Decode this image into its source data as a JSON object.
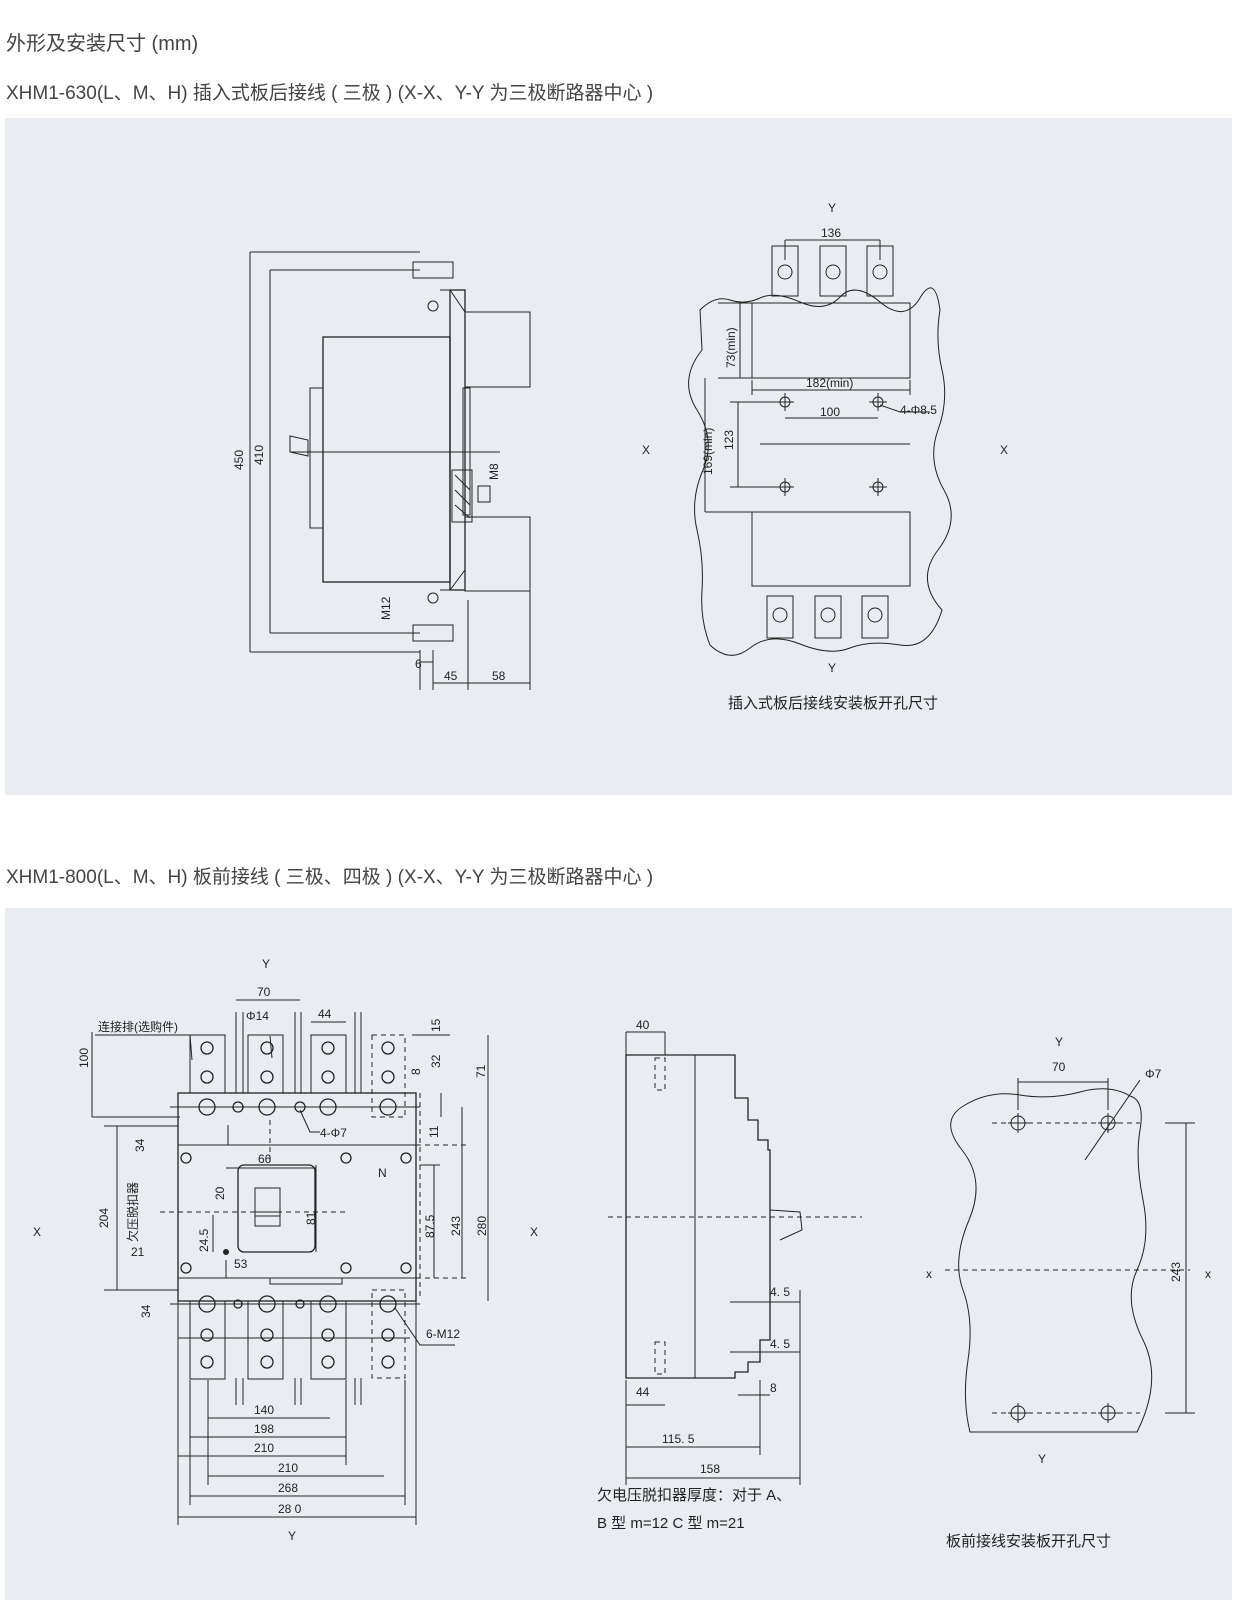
{
  "page": {
    "title": "外形及安装尺寸 (mm)",
    "section1_title": "XHM1-630(L、M、H) 插入式板后接线 ( 三极 )   (X-X、Y-Y 为三极断路器中心 )",
    "section2_title": "XHM1-800(L、M、H) 板前接线 ( 三极、四极 )  (X-X、Y-Y 为三极断路器中心 )"
  },
  "drawing1": {
    "side": {
      "d450": "450",
      "d410": "410",
      "m8": "M8",
      "m12": "M12",
      "d6": "6",
      "d45": "45",
      "d58": "58"
    },
    "cutout": {
      "y_top": "Y",
      "d136": "136",
      "d73": "73(min)",
      "d182": "182(min)",
      "d100": "100",
      "holes": "4-Φ8.5",
      "d169": "169(min)",
      "d123": "123",
      "x_left": "X",
      "x_right": "X",
      "y_bottom": "Y",
      "caption": "插入式板后接线安装板开孔尺寸"
    }
  },
  "drawing2": {
    "front": {
      "y_top": "Y",
      "d70": "70",
      "phi14": "Φ14",
      "d44": "44",
      "busbar": "连接排(选购件)",
      "d100": "100",
      "d15": "15",
      "d32": "32",
      "d8": "8",
      "d71": "71",
      "holes": "4-Φ7",
      "d11": "11",
      "d34a": "34",
      "d66": "66",
      "n": "N",
      "d20": "20",
      "d81": "81",
      "uv_release": "欠压脱扣器",
      "d204": "204",
      "x": "X",
      "d24_5": "24.5",
      "d87_5": "87.5",
      "d243": "243",
      "d280": "280",
      "d21": "21",
      "d53": "53",
      "d34b": "34",
      "m12": "6-M12",
      "d140": "140",
      "d198": "198",
      "d210a": "210",
      "d210b": "210",
      "d268": "268",
      "d280b": "28 0",
      "y_bottom": "Y"
    },
    "side": {
      "d40": "40",
      "x": "X",
      "d4_5a": "4. 5",
      "d4_5b": "4. 5",
      "d8": "8",
      "d44": "44",
      "d115_5": "115. 5",
      "d158": "158",
      "note1": "欠电压脱扣器厚度：对于 A、",
      "note2": "B 型 m=12  C 型 m=21"
    },
    "cutout": {
      "y_top": "Y",
      "d70": "70",
      "phi7": "Φ7",
      "x_left": "x",
      "d243": "243",
      "x_right": "x",
      "y_bottom": "Y",
      "caption": "板前接线安装板开孔尺寸"
    }
  }
}
